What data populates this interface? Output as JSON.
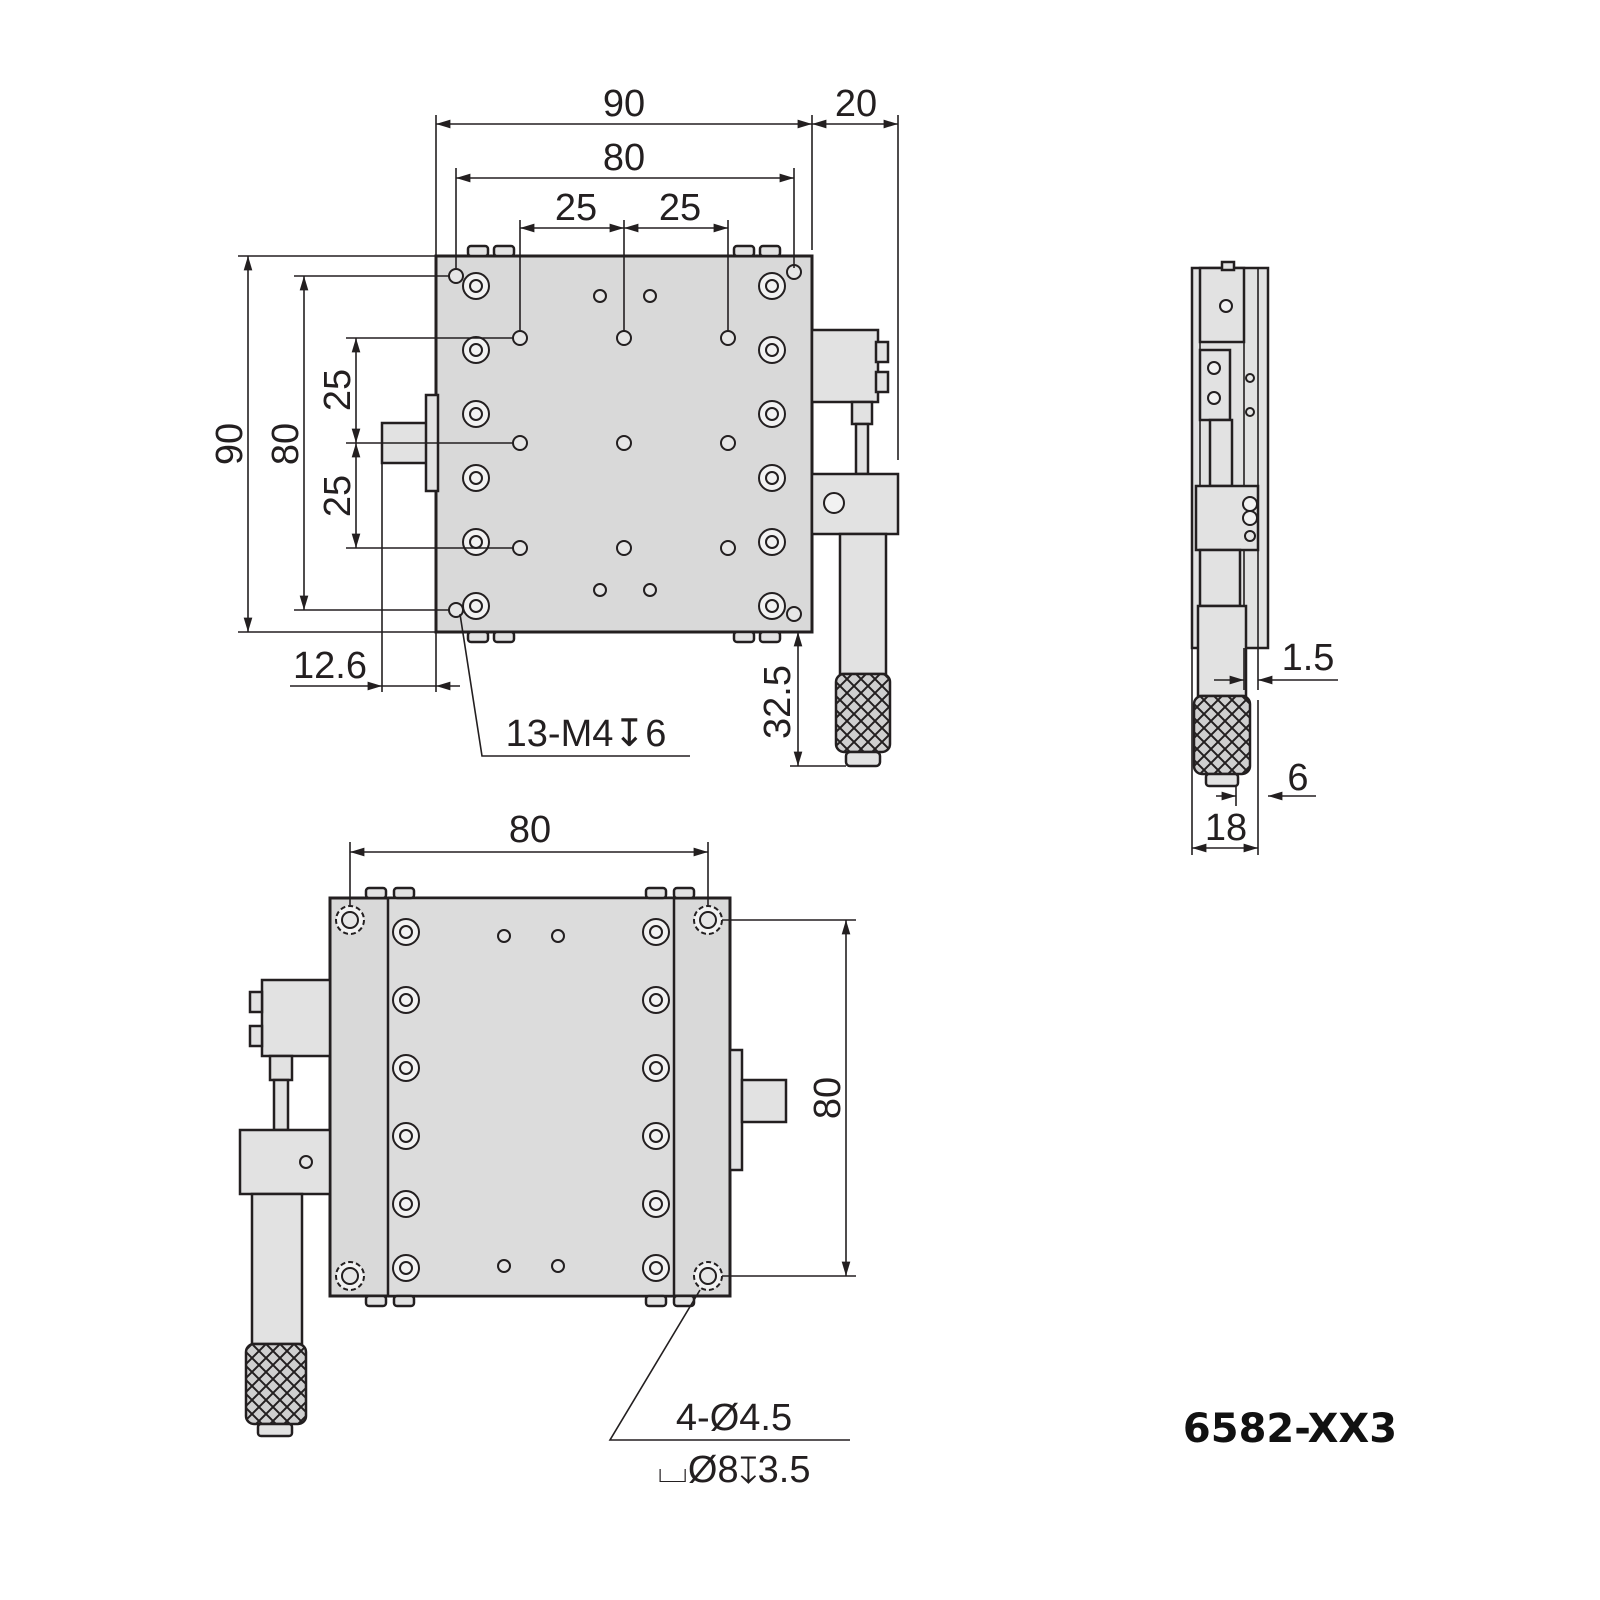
{
  "drawing": {
    "model_label": "6582-XX3",
    "colors": {
      "line": "#231f20",
      "body_fill": "#d9d9d9",
      "background": "#ffffff"
    },
    "top_view": {
      "dims": {
        "overall_width": "90",
        "micrometer_offset": "20",
        "hole_span": "80",
        "pitch_left": "25",
        "pitch_right": "25",
        "overall_height": "90",
        "hole_span_vertical": "80",
        "pitch_upper": "25",
        "pitch_lower": "25",
        "edge_offset": "12.6",
        "micrometer_extension": "32.5"
      },
      "thread_callout": "13-M4↧6"
    },
    "bottom_view": {
      "dims": {
        "width": "80",
        "height": "80"
      },
      "counterbore_callout": "4-Ø4.5",
      "counterbore_spec": "⌴Ø8↧3.5"
    },
    "side_view": {
      "dims": {
        "gap": "1.5",
        "knob_offset": "6",
        "thickness": "18"
      }
    }
  }
}
